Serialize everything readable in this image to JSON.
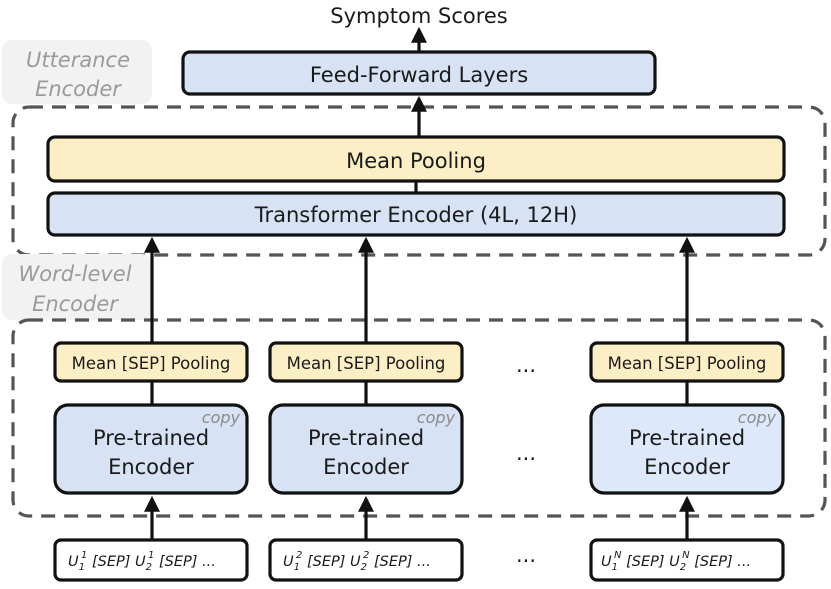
{
  "output_label": "Symptom Scores",
  "utterance_encoder": {
    "label_line1": "Utterance",
    "label_line2": "Encoder",
    "feed_forward": "Feed-Forward Layers",
    "mean_pooling": "Mean Pooling",
    "transformer": "Transformer Encoder (4L, 12H)"
  },
  "word_level_encoder": {
    "label_line1": "Word-level",
    "label_line2": "Encoder",
    "columns": [
      {
        "pooling": "Mean [SEP] Pooling",
        "encoder_line1": "Pre-trained",
        "encoder_line2": "Encoder",
        "copy_tag": "copy",
        "input": {
          "u": "U",
          "sub1": "1",
          "sup1": "1",
          "sep1": " [SEP] ",
          "sub2": "2",
          "sup2": "1",
          "sep2": " [SEP] ..."
        }
      },
      {
        "pooling": "Mean [SEP] Pooling",
        "encoder_line1": "Pre-trained",
        "encoder_line2": "Encoder",
        "copy_tag": "copy",
        "input": {
          "u": "U",
          "sub1": "1",
          "sup1": "2",
          "sep1": " [SEP] ",
          "sub2": "2",
          "sup2": "2",
          "sep2": " [SEP] ..."
        }
      },
      {
        "pooling": "Mean [SEP] Pooling",
        "encoder_line1": "Pre-trained",
        "encoder_line2": "Encoder",
        "copy_tag": "copy",
        "input": {
          "u": "U",
          "sub1": "1",
          "sup1": "N",
          "sep1": " [SEP] ",
          "sub2": "2",
          "sup2": "N",
          "sep2": " [SEP] ..."
        }
      }
    ],
    "ellipsis": "..."
  }
}
